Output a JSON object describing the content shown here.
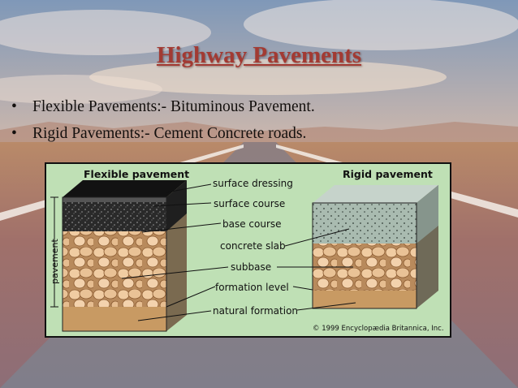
{
  "slide": {
    "title": "Highway Pavements",
    "bullets": [
      "Flexible Pavements:- Bituminous Pavement.",
      "Rigid Pavements:- Cement Concrete roads."
    ]
  },
  "diagram": {
    "flexible_heading": "Flexible pavement",
    "rigid_heading": "Rigid pavement",
    "side_label": "pavement",
    "layers": [
      "surface dressing",
      "surface course",
      "base course",
      "concrete slab",
      "subbase",
      "formation level",
      "natural formation"
    ],
    "copyright": "© 1999 Encyclopædia Britannica, Inc.",
    "colors": {
      "panel": "#bfe0b5",
      "asphalt": "#1b1b1b",
      "concrete": "#a7b8ac",
      "gravel": "#e8c49a",
      "soil": "#c89a63"
    }
  }
}
